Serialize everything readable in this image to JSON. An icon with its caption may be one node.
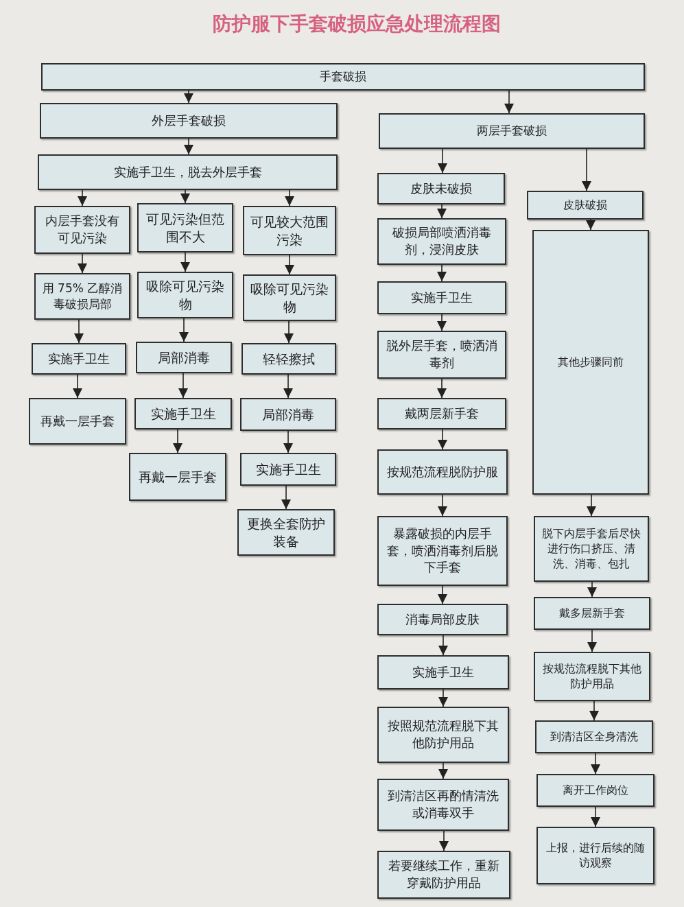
{
  "diagram": {
    "title": "防护服下手套破损应急处理流程图",
    "nodes": [
      {
        "text": [
          "手套破损"
        ]
      },
      {
        "text": [
          "外层手套破损"
        ]
      },
      {
        "text": [
          "两层手套破损"
        ]
      },
      {
        "text": [
          "实施手卫生，脱去外层手套"
        ]
      },
      {
        "text": [
          "内层手套没有可见污染"
        ]
      },
      {
        "text": [
          "可见污染但范围不大"
        ]
      },
      {
        "text": [
          "可见较大范围污染"
        ]
      },
      {
        "text": [
          "用 75% 乙醇消毒破损局部"
        ]
      },
      {
        "text": [
          "实施手卫生"
        ]
      },
      {
        "text": [
          "再戴一层手套"
        ]
      },
      {
        "text": [
          "吸除可见污染物"
        ]
      },
      {
        "text": [
          "局部消毒"
        ]
      },
      {
        "text": [
          "实施手卫生"
        ]
      },
      {
        "text": [
          "再戴一层手套"
        ]
      },
      {
        "text": [
          "吸除可见污染物"
        ]
      },
      {
        "text": [
          "轻轻擦拭"
        ]
      },
      {
        "text": [
          "局部消毒"
        ]
      },
      {
        "text": [
          "实施手卫生"
        ]
      },
      {
        "text": [
          "更换全套防护装备"
        ]
      },
      {
        "text": [
          "皮肤未破损"
        ]
      },
      {
        "text": [
          "破损局部喷洒消毒剂，浸润皮肤"
        ]
      },
      {
        "text": [
          "实施手卫生"
        ]
      },
      {
        "text": [
          "脱外层手套，喷洒消毒剂"
        ]
      },
      {
        "text": [
          "戴两层新手套"
        ]
      },
      {
        "text": [
          "按规范流程脱防护服"
        ]
      },
      {
        "text": [
          "暴露破损的内层手套，喷洒消毒剂后脱下手套"
        ]
      },
      {
        "text": [
          "消毒局部皮肤"
        ]
      },
      {
        "text": [
          "实施手卫生"
        ]
      },
      {
        "text": [
          "按照规范流程脱下其他防护用品"
        ]
      },
      {
        "text": [
          "到清洁区再酌情清洗或消毒双手"
        ]
      },
      {
        "text": [
          "若要继续工作，重新穿戴防护用品"
        ]
      },
      {
        "text": [
          "皮肤破损"
        ]
      },
      {
        "text": [
          "其他步骤同前"
        ]
      },
      {
        "text": [
          "脱下内层手套后尽快进行伤口挤压、清洗、消毒、包扎"
        ]
      },
      {
        "text": [
          "戴多层新手套"
        ]
      },
      {
        "text": [
          "按规范流程脱下其他防护用品"
        ]
      },
      {
        "text": [
          "到清洁区全身清洗"
        ]
      },
      {
        "text": [
          "离开工作岗位"
        ]
      },
      {
        "text": [
          "上报，进行后续的随访观察"
        ]
      }
    ],
    "edges": [
      {
        "from": 0,
        "to": 1,
        "arrow": "to"
      },
      {
        "from": 0,
        "to": 2,
        "arrow": "to"
      },
      {
        "from": 1,
        "to": 3,
        "arrow": "to"
      },
      {
        "from": 3,
        "to": 4,
        "arrow": "to"
      },
      {
        "from": 3,
        "to": 5,
        "arrow": "to"
      },
      {
        "from": 3,
        "to": 6,
        "arrow": "to"
      },
      {
        "from": 4,
        "to": 7,
        "arrow": "to"
      },
      {
        "from": 7,
        "to": 8,
        "arrow": "to"
      },
      {
        "from": 8,
        "to": 9,
        "arrow": "to"
      },
      {
        "from": 5,
        "to": 10,
        "arrow": "to"
      },
      {
        "from": 10,
        "to": 11,
        "arrow": "to"
      },
      {
        "from": 11,
        "to": 12,
        "arrow": "to"
      },
      {
        "from": 12,
        "to": 13,
        "arrow": "to"
      },
      {
        "from": 6,
        "to": 14,
        "arrow": "to"
      },
      {
        "from": 14,
        "to": 15,
        "arrow": "to"
      },
      {
        "from": 15,
        "to": 16,
        "arrow": "to"
      },
      {
        "from": 16,
        "to": 17,
        "arrow": "to"
      },
      {
        "from": 17,
        "to": 18,
        "arrow": "to"
      },
      {
        "from": 2,
        "to": 19,
        "arrow": "to"
      },
      {
        "from": 19,
        "to": 20,
        "arrow": "to"
      },
      {
        "from": 20,
        "to": 21,
        "arrow": "to"
      },
      {
        "from": 21,
        "to": 22,
        "arrow": "to"
      },
      {
        "from": 22,
        "to": 23,
        "arrow": "to"
      },
      {
        "from": 23,
        "to": 24,
        "arrow": "to"
      },
      {
        "from": 24,
        "to": 25,
        "arrow": "to"
      },
      {
        "from": 25,
        "to": 26,
        "arrow": "to"
      },
      {
        "from": 26,
        "to": 27,
        "arrow": "to"
      },
      {
        "from": 27,
        "to": 28,
        "arrow": "to"
      },
      {
        "from": 28,
        "to": 29,
        "arrow": "to"
      },
      {
        "from": 29,
        "to": 30,
        "arrow": "to"
      },
      {
        "from": 2,
        "to": 31,
        "arrow": "to"
      },
      {
        "from": 31,
        "to": 32,
        "arrow": "to"
      },
      {
        "from": 32,
        "to": 33,
        "arrow": "to"
      },
      {
        "from": 33,
        "to": 34,
        "arrow": "to"
      },
      {
        "from": 34,
        "to": 35,
        "arrow": "to"
      },
      {
        "from": 35,
        "to": 36,
        "arrow": "to"
      },
      {
        "from": 36,
        "to": 37,
        "arrow": "to"
      },
      {
        "from": 37,
        "to": 38,
        "arrow": "to"
      }
    ]
  }
}
